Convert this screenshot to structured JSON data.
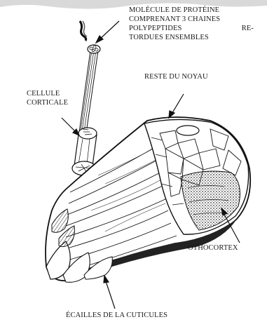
{
  "labels": {
    "molecule_line1": "MOLÉCULE DE PROTÉINE",
    "molecule_line2": "COMPRENANT 3 CHAINES",
    "molecule_line3_a": "POLYPEPTIDES",
    "molecule_line3_b": "RE-",
    "molecule_line4": "TORDUES ENSEMBLES",
    "cellule_line1": "CELLULE",
    "cellule_line2": "CORTICALE",
    "reste": "RESTE DU NOYAU",
    "othocortex": "OTHOCORTEX",
    "ecailles": "ÉCAILLES DE LA CUTICULES"
  },
  "colors": {
    "ink": "#1a1a1a",
    "background": "#ffffff",
    "shade": "#7a7a7a"
  }
}
